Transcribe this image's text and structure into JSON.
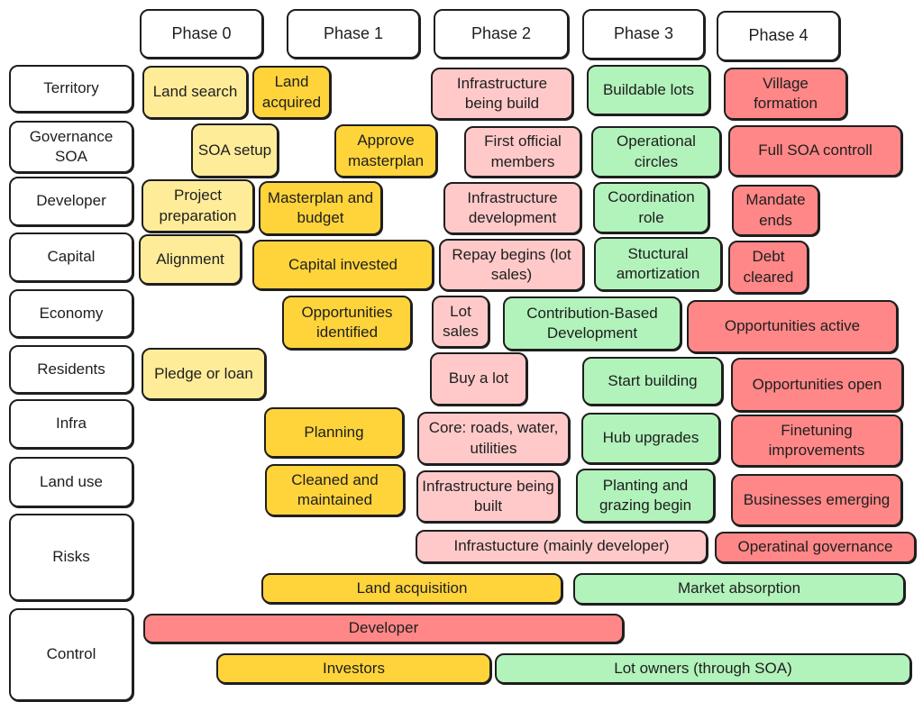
{
  "colors": {
    "light_yellow": "#ffec99",
    "yellow": "#ffd43b",
    "pink": "#ffc9c9",
    "green": "#b2f2bb",
    "red": "#ff8787"
  },
  "phases": [
    "Phase 0",
    "Phase 1",
    "Phase 2",
    "Phase 3",
    "Phase 4"
  ],
  "rows": [
    "Territory",
    "Governance SOA",
    "Developer",
    "Capital",
    "Economy",
    "Residents",
    "Infra",
    "Land use",
    "Risks",
    "Control"
  ],
  "boxes": [
    {
      "text": "Land search",
      "color": "light_yellow"
    },
    {
      "text": "Land acquired",
      "color": "yellow"
    },
    {
      "text": "Infrastructure being build",
      "color": "pink"
    },
    {
      "text": "Buildable lots",
      "color": "green"
    },
    {
      "text": "Village formation",
      "color": "red"
    },
    {
      "text": "SOA setup",
      "color": "light_yellow"
    },
    {
      "text": "Approve masterplan",
      "color": "yellow"
    },
    {
      "text": "First official members",
      "color": "pink"
    },
    {
      "text": "Operational circles",
      "color": "green"
    },
    {
      "text": "Full SOA controll",
      "color": "red"
    },
    {
      "text": "Project preparation",
      "color": "light_yellow"
    },
    {
      "text": "Masterplan and budget",
      "color": "yellow"
    },
    {
      "text": "Infrastructure development",
      "color": "pink"
    },
    {
      "text": "Coordination role",
      "color": "green"
    },
    {
      "text": "Mandate ends",
      "color": "red"
    },
    {
      "text": "Alignment",
      "color": "light_yellow"
    },
    {
      "text": "Capital invested",
      "color": "yellow"
    },
    {
      "text": "Repay begins (lot sales)",
      "color": "pink"
    },
    {
      "text": "Stuctural amortization",
      "color": "green"
    },
    {
      "text": "Debt cleared",
      "color": "red"
    },
    {
      "text": "Opportunities identified",
      "color": "yellow"
    },
    {
      "text": "Lot sales",
      "color": "pink"
    },
    {
      "text": "Contribution-Based Development",
      "color": "green"
    },
    {
      "text": "Opportunities active",
      "color": "red"
    },
    {
      "text": "Pledge or loan",
      "color": "light_yellow"
    },
    {
      "text": "Buy a lot",
      "color": "pink"
    },
    {
      "text": "Start building",
      "color": "green"
    },
    {
      "text": "Opportunities open",
      "color": "red"
    },
    {
      "text": "Planning",
      "color": "yellow"
    },
    {
      "text": "Core: roads, water, utilities",
      "color": "pink"
    },
    {
      "text": "Hub upgrades",
      "color": "green"
    },
    {
      "text": "Finetuning improvements",
      "color": "red"
    },
    {
      "text": "Cleaned and maintained",
      "color": "yellow"
    },
    {
      "text": "Infrastructure being built",
      "color": "pink"
    },
    {
      "text": "Planting and grazing begin",
      "color": "green"
    },
    {
      "text": "Businesses emerging",
      "color": "red"
    },
    {
      "text": "Infrastucture (mainly developer)",
      "color": "pink"
    },
    {
      "text": "Operatinal governance",
      "color": "red"
    },
    {
      "text": "Land acquisition",
      "color": "yellow"
    },
    {
      "text": "Market absorption",
      "color": "green"
    },
    {
      "text": "Developer",
      "color": "red"
    },
    {
      "text": "Investors",
      "color": "yellow"
    },
    {
      "text": "Lot owners (through SOA)",
      "color": "green"
    }
  ]
}
